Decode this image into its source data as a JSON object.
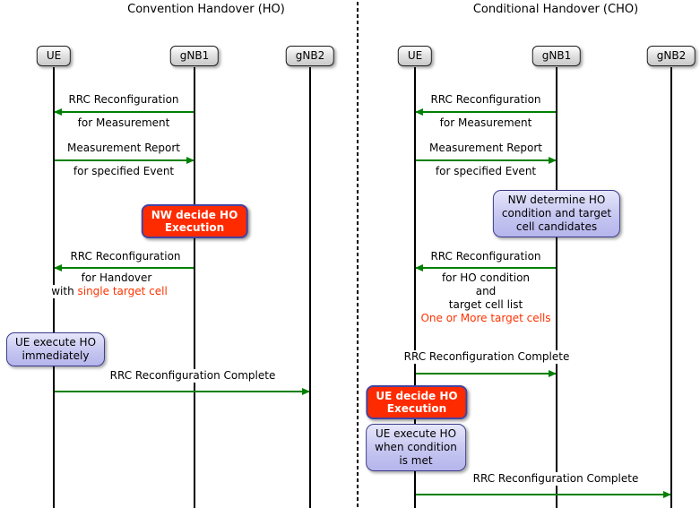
{
  "left": {
    "title": "Convention Handover (HO)",
    "actors": {
      "ue": "UE",
      "gnb1": "gNB1",
      "gnb2": "gNB2"
    },
    "msg_rrc_measurement": {
      "label": "RRC Reconfiguration",
      "sub": "for Measurement"
    },
    "msg_measurement_report": {
      "label": "Measurement Report",
      "sub": "for specified Event"
    },
    "action_nw_decide": {
      "line1": "NW decide HO",
      "line2": "Execution"
    },
    "msg_rrc_handover": {
      "label": "RRC Reconfiguration",
      "sub1": "for Handover",
      "sub2_prefix": "with ",
      "sub2_highlight": "single target cell"
    },
    "note_ue_execute": {
      "line1": "UE execute HO",
      "line2": "immediately"
    },
    "msg_rrc_complete": {
      "label": "RRC Reconfiguration Complete"
    }
  },
  "right": {
    "title": "Conditional Handover (CHO)",
    "actors": {
      "ue": "UE",
      "gnb1": "gNB1",
      "gnb2": "gNB2"
    },
    "msg_rrc_measurement": {
      "label": "RRC Reconfiguration",
      "sub": "for Measurement"
    },
    "msg_measurement_report": {
      "label": "Measurement Report",
      "sub": "for specified Event"
    },
    "note_nw_determine": {
      "line1": "NW determine HO",
      "line2": "condition and target",
      "line3": "cell candidates"
    },
    "msg_rrc_ho_condition": {
      "label": "RRC Reconfiguration",
      "sub1": "for HO condition",
      "sub2": "and",
      "sub3": "target cell list",
      "highlight": "One or More target cells"
    },
    "msg_rrc_complete_gnb1": {
      "label": "RRC Reconfiguration Complete"
    },
    "action_ue_decide": {
      "line1": "UE decide HO",
      "line2": "Execution"
    },
    "note_ue_execute": {
      "line1": "UE execute HO",
      "line2": "when condition",
      "line3": "is met"
    },
    "msg_rrc_complete_gnb2": {
      "label": "RRC Reconfiguration Complete"
    }
  },
  "colors": {
    "arrow": "#008000",
    "highlight_text": "#ff3300",
    "action_fill": "#ff2b00",
    "action_border": "#4343a0",
    "note_fill": "#c6c6f1",
    "note_border": "#3c3c8c",
    "actor_fill": "#d9d9d9",
    "background": "#ffffff"
  }
}
